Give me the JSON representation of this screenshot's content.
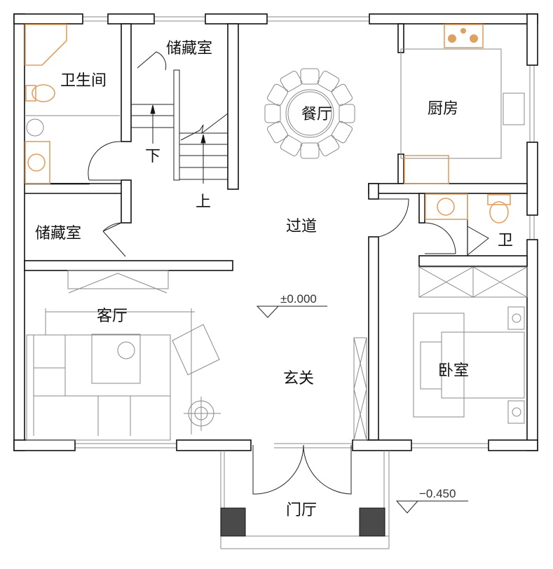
{
  "plan": {
    "rooms": {
      "bathroom": "卫生间",
      "storage_top": "储藏室",
      "dining": "餐厅",
      "kitchen": "厨房",
      "storage_left": "储藏室",
      "corridor": "过道",
      "toilet": "卫",
      "living": "客厅",
      "foyer": "玄关",
      "bedroom": "卧室",
      "porch": "门厅"
    },
    "stairs": {
      "down": "下",
      "up": "上"
    },
    "levels": {
      "main": "±0.000",
      "porch": "−0.450"
    },
    "colors": {
      "fixtures": "#e0a060",
      "walls": "#111111",
      "pillars": "#4a4a4a"
    }
  }
}
